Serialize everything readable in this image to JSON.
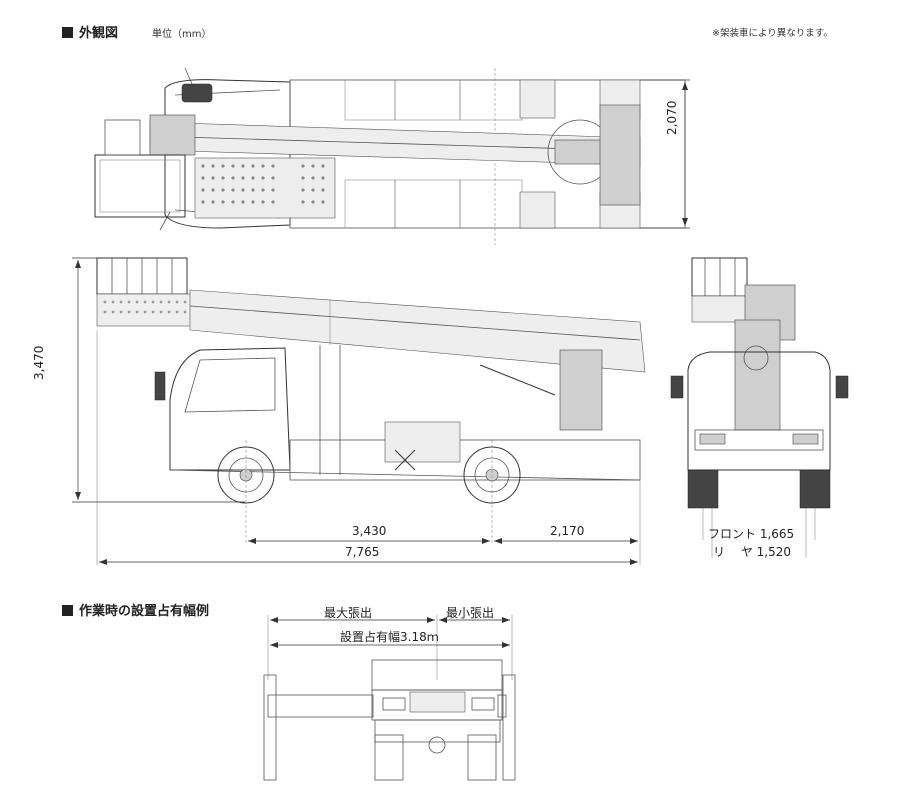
{
  "exterior": {
    "title": "外観図",
    "unit_label": "単位（mm）",
    "note": "※架装車により異なります。"
  },
  "dimensions": {
    "width_top": "2,070",
    "height": "3,470",
    "wheelbase": "3,430",
    "rear_overhang": "2,170",
    "overall_length": "7,765",
    "front_track": "フロント 1,665",
    "rear_track": "リ　 ヤ 1,520"
  },
  "footprint": {
    "title": "作業時の設置占有幅例",
    "max_extension": "最大張出",
    "min_extension": "最小張出",
    "occupied_width": "設置占有幅3.18ｍ"
  },
  "colors": {
    "line": "#555555",
    "text": "#222222",
    "bg": "#ffffff"
  }
}
